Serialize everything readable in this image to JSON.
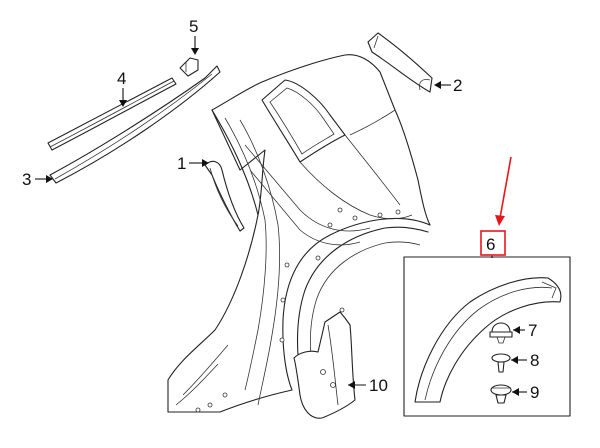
{
  "callouts": [
    {
      "id": "1",
      "label": "1"
    },
    {
      "id": "2",
      "label": "2"
    },
    {
      "id": "3",
      "label": "3"
    },
    {
      "id": "4",
      "label": "4"
    },
    {
      "id": "5",
      "label": "5"
    },
    {
      "id": "6",
      "label": "6"
    },
    {
      "id": "7",
      "label": "7"
    },
    {
      "id": "8",
      "label": "8"
    },
    {
      "id": "9",
      "label": "9"
    },
    {
      "id": "10",
      "label": "10"
    }
  ],
  "highlight": {
    "part": "6",
    "color": "#e8161b"
  },
  "colors": {
    "line": "#222222",
    "background": "#ffffff"
  }
}
